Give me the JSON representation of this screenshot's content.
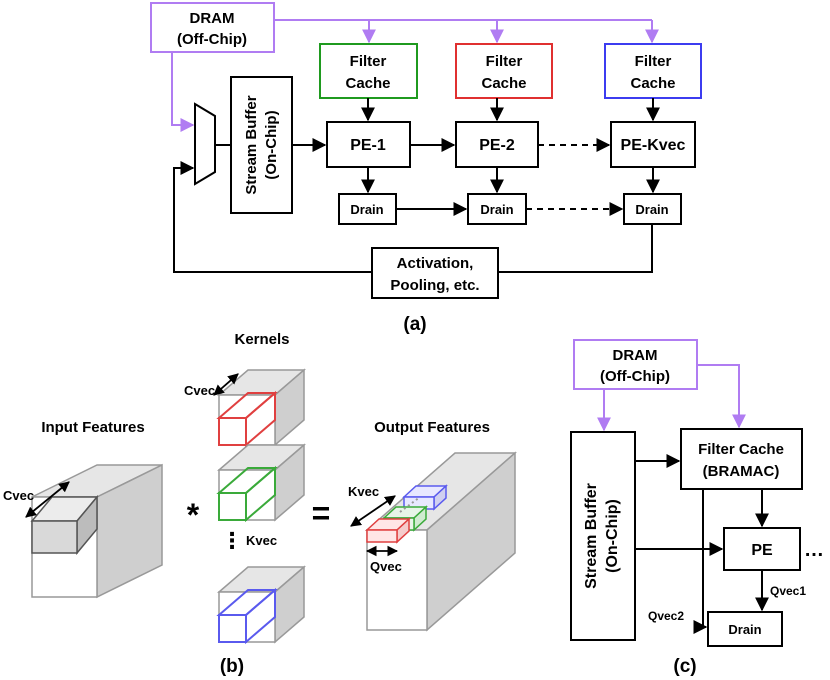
{
  "colors": {
    "dram_border": "#b07cf2",
    "filter_cache_1": "#1f9a1f",
    "filter_cache_2": "#e03030",
    "filter_cache_3": "#3c3cf0",
    "kernel_red": "#e04040",
    "kernel_green": "#3aaa3a",
    "kernel_blue": "#5a5aee",
    "cube_gray": "#d8d8d8"
  },
  "panel_a": {
    "dram_line1": "DRAM",
    "dram_line2": "(Off-Chip)",
    "filter_cache_line1": "Filter",
    "filter_cache_line2": "Cache",
    "stream_buffer": "Stream Buffer",
    "stream_buffer_sub": "(On-Chip)",
    "pe1": "PE-1",
    "pe2": "PE-2",
    "pek": "PE-Kvec",
    "drain": "Drain",
    "activation_line1": "Activation,",
    "activation_line2": "Pooling, etc.",
    "caption": "(a)"
  },
  "panel_b": {
    "kernels": "Kernels",
    "input_features": "Input Features",
    "output_features": "Output Features",
    "cvec_kernel": "Cvec",
    "cvec_input": "Cvec",
    "kvec_dots": "Kvec",
    "kvec_out": "Kvec",
    "qvec": "Qvec",
    "star": "*",
    "equals": "=",
    "vdots": "⋮",
    "caption": "(b)"
  },
  "panel_c": {
    "dram_line1": "DRAM",
    "dram_line2": "(Off-Chip)",
    "stream_buffer": "Stream Buffer",
    "stream_buffer_sub": "(On-Chip)",
    "filter_cache_line1": "Filter Cache",
    "filter_cache_line2": "(BRAMAC)",
    "pe": "PE",
    "ellipsis": "…",
    "qvec1": "Qvec1",
    "qvec2": "Qvec2",
    "drain": "Drain",
    "caption": "(c)"
  }
}
